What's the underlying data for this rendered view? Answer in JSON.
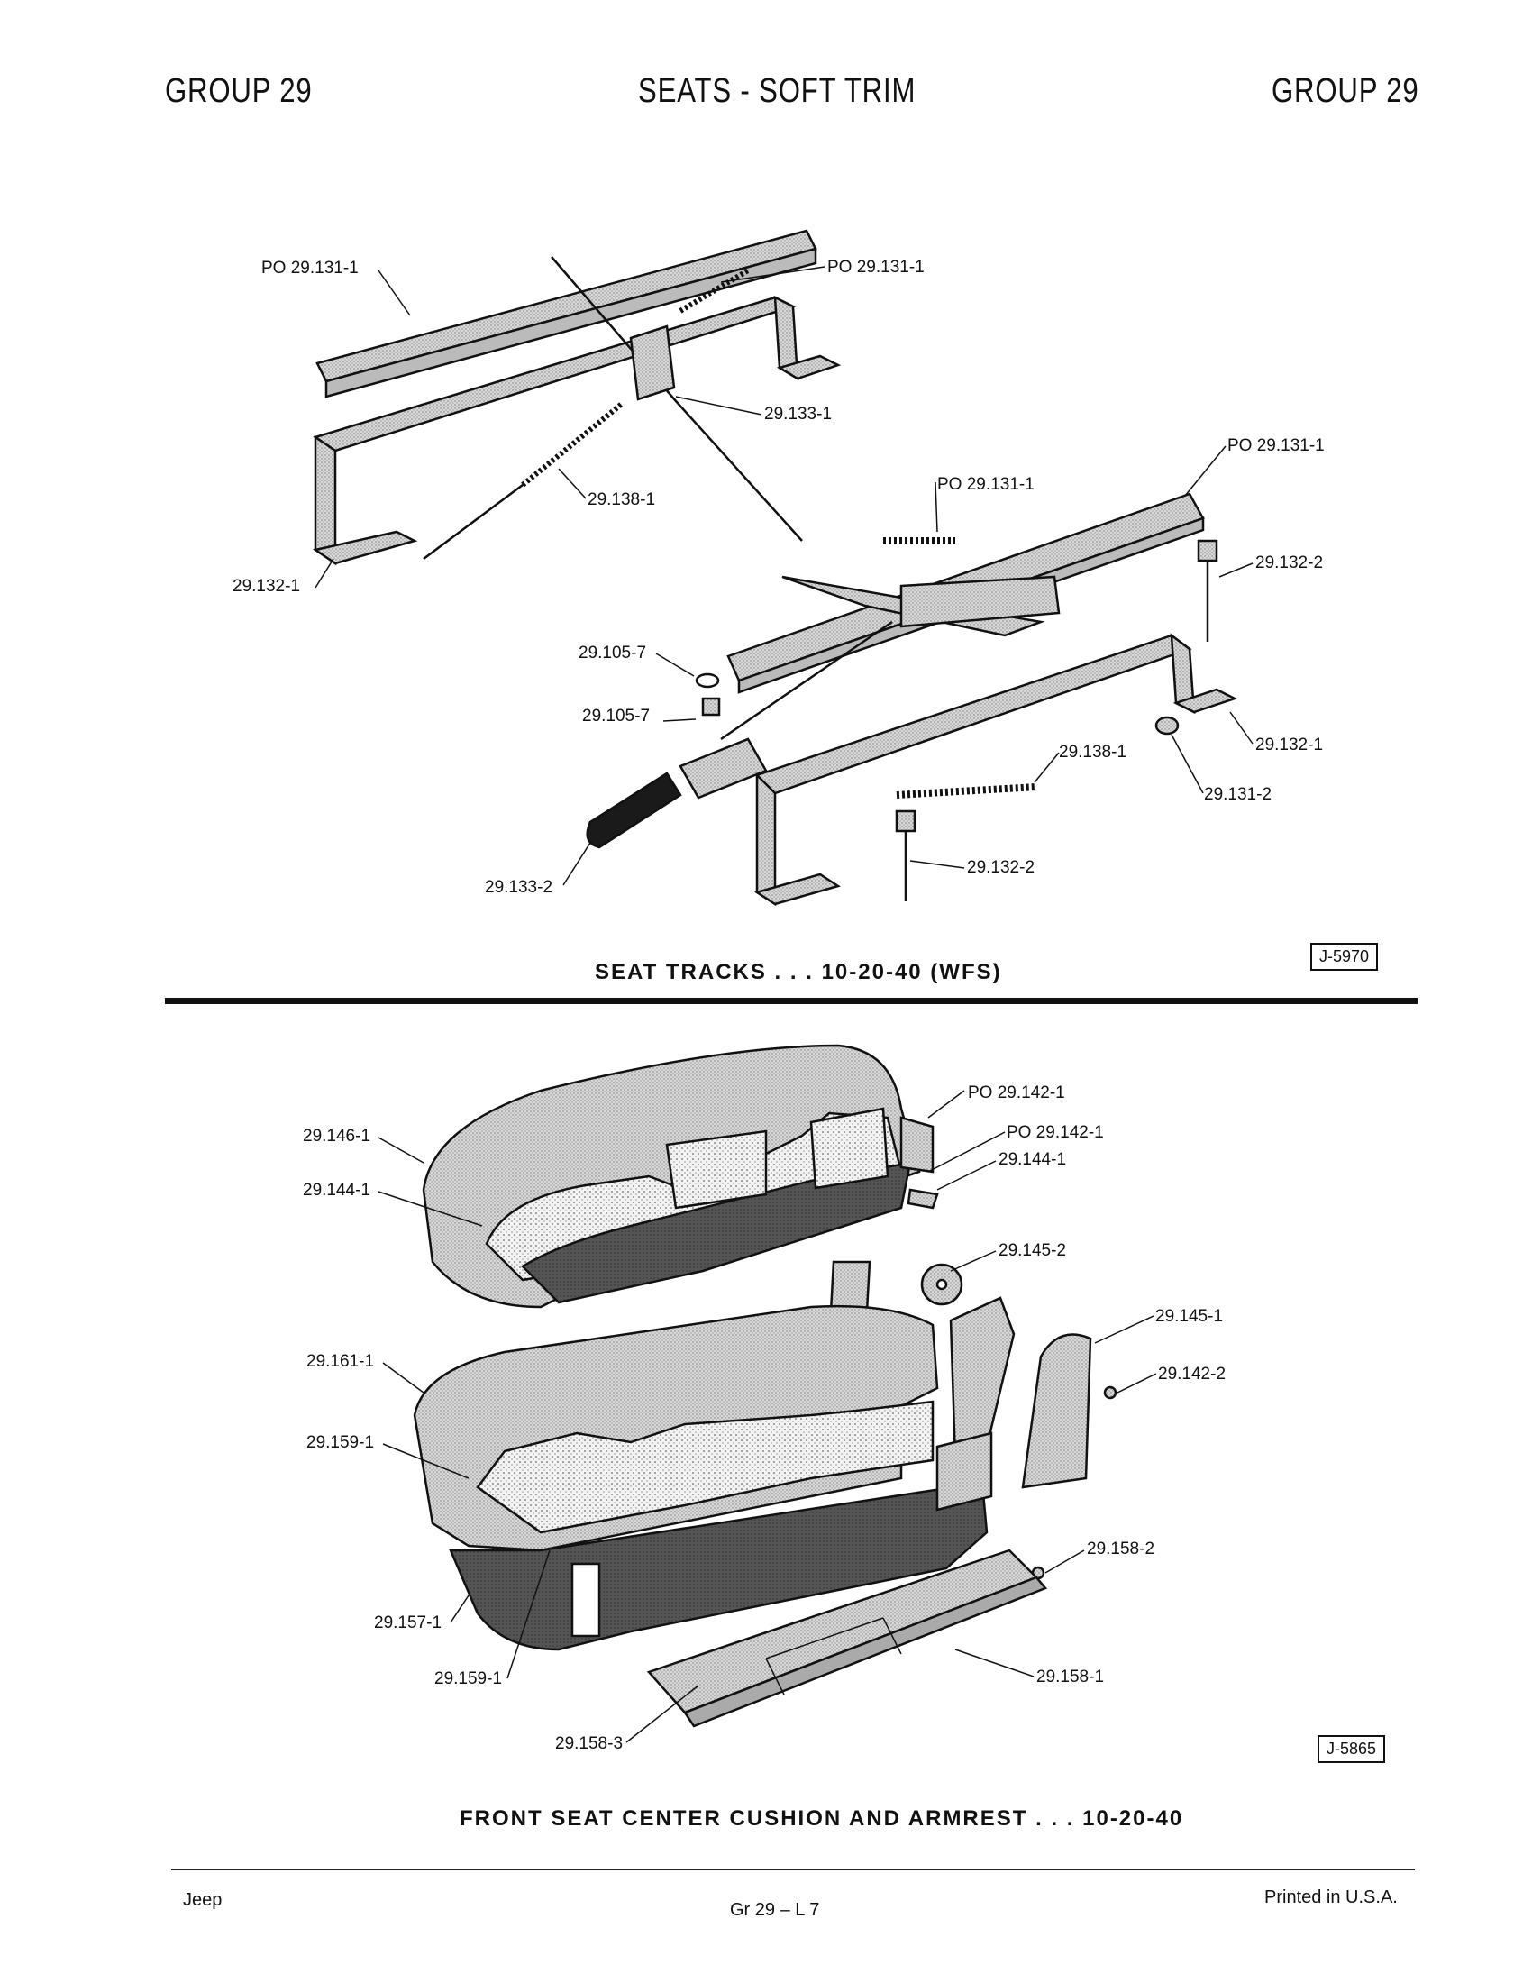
{
  "header": {
    "left": "GROUP 29",
    "center": "SEATS - SOFT TRIM",
    "right": "GROUP 29"
  },
  "figure1": {
    "caption": "SEAT TRACKS . . . 10-20-40 (WFS)",
    "code": "J-5970",
    "callouts": {
      "c1": "PO 29.131-1",
      "c2": "PO 29.131-1",
      "c3": "29.133-1",
      "c4": "29.138-1",
      "c5": "29.132-1",
      "c6": "PO 29.131-1",
      "c7": "PO 29.131-1",
      "c8": "29.132-2",
      "c9": "29.105-7",
      "c10": "29.105-7",
      "c11": "29.132-1",
      "c12": "29.138-1",
      "c13": "29.131-2",
      "c14": "29.132-2",
      "c15": "29.133-2"
    }
  },
  "figure2": {
    "caption": "FRONT SEAT CENTER CUSHION AND ARMREST . . . 10-20-40",
    "code": "J-5865",
    "callouts": {
      "d1": "PO 29.142-1",
      "d2": "PO 29.142-1",
      "d3": "29.146-1",
      "d4": "29.144-1",
      "d5": "29.144-1",
      "d6": "29.145-2",
      "d7": "29.145-1",
      "d8": "29.161-1",
      "d9": "29.142-2",
      "d10": "29.159-1",
      "d11": "29.158-2",
      "d12": "29.157-1",
      "d13": "29.159-1",
      "d14": "29.158-1",
      "d15": "29.158-3"
    }
  },
  "footer": {
    "left": "Jeep",
    "center": "Gr 29 – L 7",
    "right": "Printed in U.S.A."
  }
}
